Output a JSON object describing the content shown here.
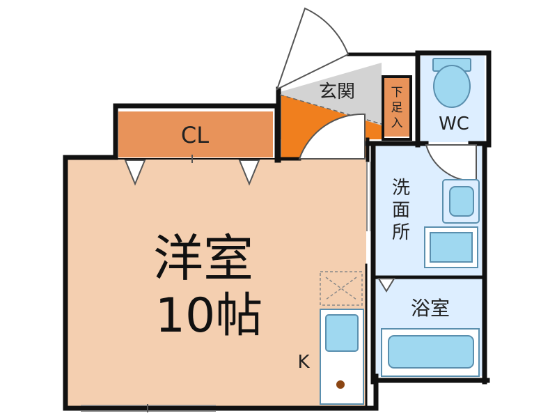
{
  "rooms": {
    "western_room_name": "洋室",
    "western_room_size": "10帖",
    "closet": "CL",
    "entrance": "玄関",
    "shoe_box_chars": [
      "下",
      "足",
      "入"
    ],
    "toilet": "WC",
    "washroom_chars": [
      "洗",
      "面",
      "所"
    ],
    "bathroom": "浴室",
    "kitchen": "K"
  },
  "colors": {
    "room_fill": "#f4cfb0",
    "closet_fill": "#e8935a",
    "entrance_fill": "#d3d3d3",
    "entrance_orange": "#f07f1e",
    "wet_area_fill": "#ddeeff",
    "fixture_fill": "#9fd8f0",
    "fixture_stroke": "#5a8fae",
    "wall": "#111111"
  }
}
